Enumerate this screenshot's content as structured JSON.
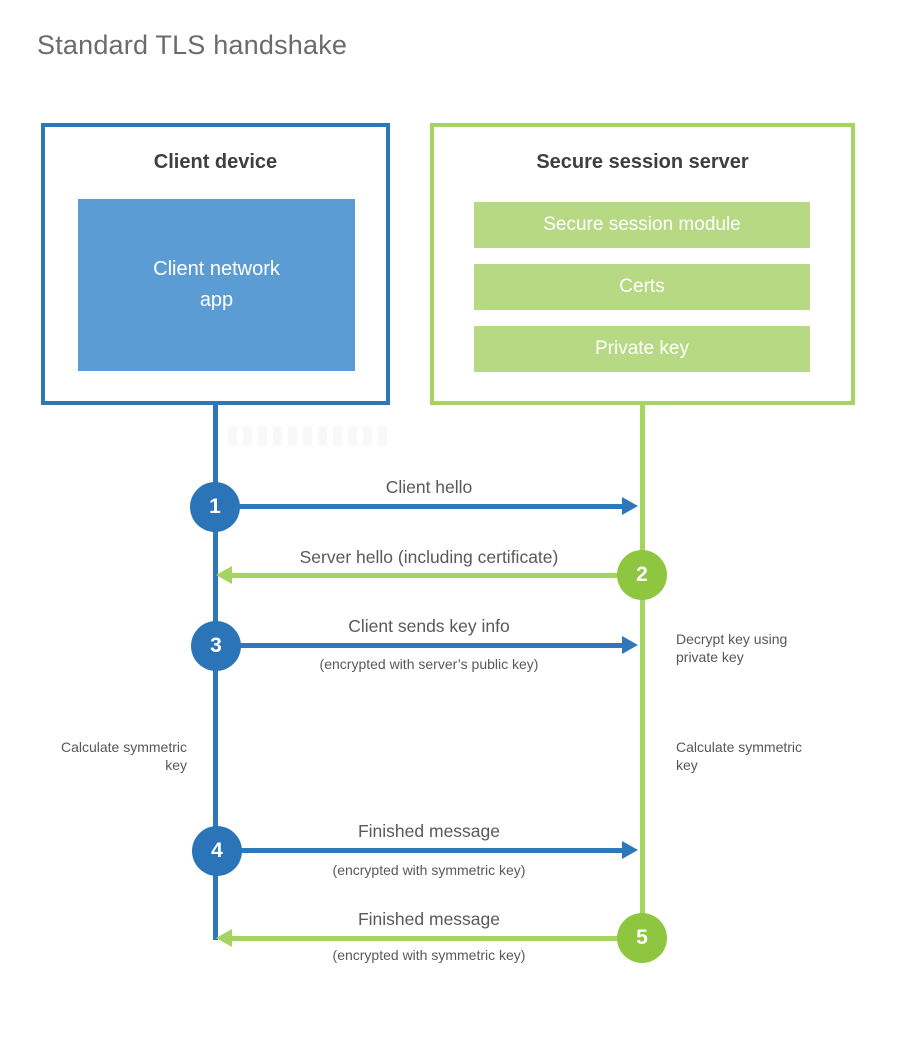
{
  "page_title": "Standard TLS handshake",
  "client": {
    "title": "Client device",
    "app": "Client network\napp"
  },
  "server": {
    "title": "Secure session server",
    "modules": [
      "Secure session module",
      "Certs",
      "Private key"
    ]
  },
  "steps": [
    {
      "num": "1",
      "label": "Client hello",
      "sub": ""
    },
    {
      "num": "2",
      "label": "Server hello (including certificate)",
      "sub": ""
    },
    {
      "num": "3",
      "label": "Client sends key info",
      "sub": "(encrypted with server’s public key)"
    },
    {
      "num": "4",
      "label": "Finished message",
      "sub": "(encrypted with symmetric key)"
    },
    {
      "num": "5",
      "label": "Finished message",
      "sub": "(encrypted with symmetric key)"
    }
  ],
  "notes": {
    "decrypt": "Decrypt key using private key",
    "calc_left": "Calculate symmetric key",
    "calc_right": "Calculate symmetric key"
  },
  "colors": {
    "blue": "#2e77bb",
    "blue_fill": "#5b9cd5",
    "green": "#a5d55f",
    "green_fill": "#b7d983",
    "green_circle": "#8ec63f"
  }
}
